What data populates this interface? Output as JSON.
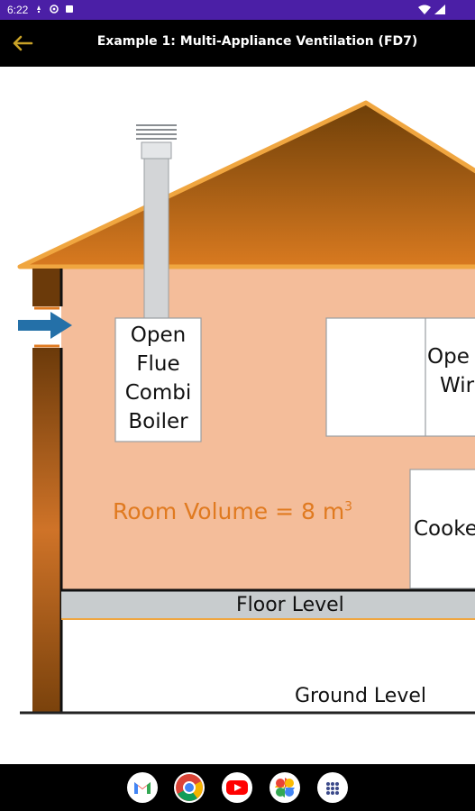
{
  "status_bar": {
    "time": "6:22",
    "icons": [
      "notification-icon",
      "data-saver-icon",
      "media-icon"
    ],
    "right_icons": [
      "wifi-icon",
      "battery-icon"
    ]
  },
  "app_bar": {
    "back_icon": "arrow-left-icon",
    "title": "Example 1: Multi-Appliance Ventilation (FD7)",
    "accent": "#c9a227"
  },
  "diagram": {
    "boiler_label": [
      "Open",
      "Flue",
      "Combi",
      "Boiler"
    ],
    "window_label": [
      "Ope",
      "Wir"
    ],
    "cooker_label": "Cooke",
    "room_volume": "Room Volume = 8 m",
    "room_volume_unit_sup": "3",
    "floor_level": "Floor Level",
    "ground_level": "Ground Level",
    "colors": {
      "roof_top": "#6e3f08",
      "roof_bottom": "#d97a20",
      "roof_edge": "#f0a640",
      "wall": "#f4bd9a",
      "vent_arrow": "#2470a8",
      "room_volume_text": "#e07a20",
      "floor_band": "#c8ccce"
    }
  },
  "nav_dock": {
    "apps": [
      "gmail-icon",
      "chrome-icon",
      "youtube-icon",
      "photos-icon",
      "app-drawer-icon"
    ]
  }
}
